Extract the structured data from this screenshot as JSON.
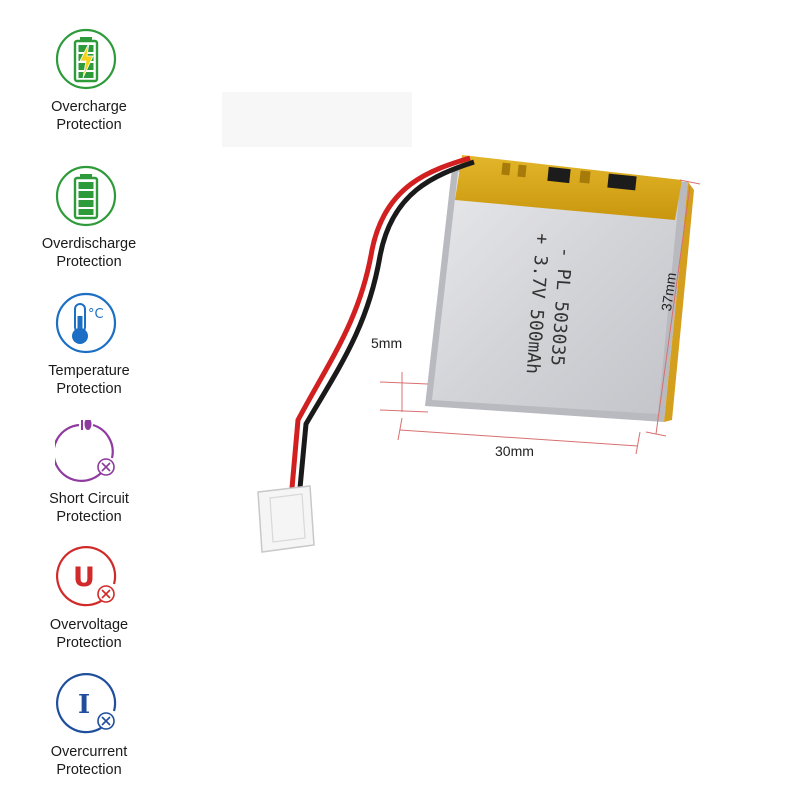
{
  "features": [
    {
      "icon": "battery-charging-icon",
      "line1": "Overcharge",
      "line2": "Protection",
      "color": "#2e9b3a"
    },
    {
      "icon": "battery-full-icon",
      "line1": "Overdischarge",
      "line2": "Protection",
      "color": "#2e9b3a"
    },
    {
      "icon": "thermometer-icon",
      "line1": "Temperature",
      "line2": "Protection",
      "color": "#1c6fc4"
    },
    {
      "icon": "short-circuit-icon",
      "line1": "Short Circuit",
      "line2": "Protection",
      "color": "#8e3a9e"
    },
    {
      "icon": "voltage-icon",
      "line1": "Overvoltage",
      "line2": "Protection",
      "color": "#d12a2a"
    },
    {
      "icon": "current-icon",
      "line1": "Overcurrent",
      "line2": "Protection",
      "color": "#1f4f9c"
    }
  ],
  "icon_glyphs": {
    "temperature_unit": "°C",
    "voltage_letter": "U",
    "current_letter": "I"
  },
  "battery": {
    "line1": "- PL 503035",
    "line2": "+ 3.7V 500mAh",
    "wire_colors": [
      "#d22020",
      "#111111"
    ]
  },
  "dimensions": {
    "thickness": "5mm",
    "width": "30mm",
    "length": "37mm"
  }
}
